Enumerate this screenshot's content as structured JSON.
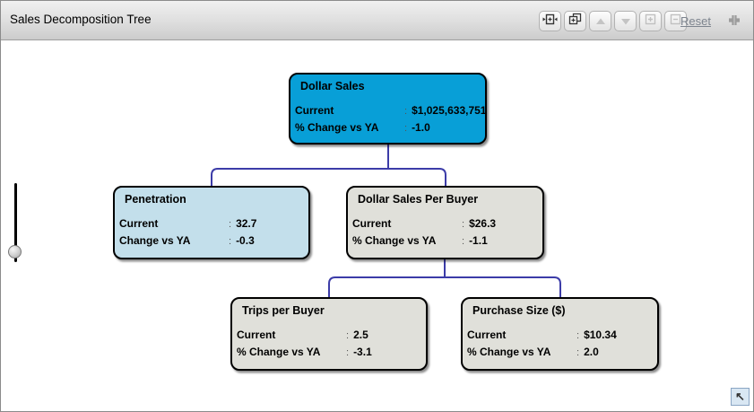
{
  "window": {
    "title": "Sales Decomposition Tree"
  },
  "toolbar": {
    "buttons": [
      {
        "icon": "fit-width-icon",
        "enabled": true
      },
      {
        "icon": "cascade-windows-icon",
        "enabled": true
      },
      {
        "icon": "arrow-up-icon",
        "enabled": false
      },
      {
        "icon": "arrow-down-icon",
        "enabled": false
      },
      {
        "icon": "zoom-in-icon",
        "enabled": false
      },
      {
        "icon": "zoom-out-icon",
        "enabled": false
      }
    ],
    "reset_label": "Reset",
    "corner_icon": "collapse-corners-icon"
  },
  "tree": {
    "separator": ":",
    "connector_color": "#3c3ca8",
    "nodes": [
      {
        "id": "dollar-sales",
        "title": "Dollar Sales",
        "color": "#089fd7",
        "rows": [
          {
            "label": "Current",
            "value": "$1,025,633,751"
          },
          {
            "label": "% Change vs YA",
            "value": "-1.0"
          }
        ]
      },
      {
        "id": "penetration",
        "title": "Penetration",
        "color": "#c3dfeb",
        "rows": [
          {
            "label": "Current",
            "value": "32.7"
          },
          {
            "label": "Change vs YA",
            "value": "-0.3"
          }
        ]
      },
      {
        "id": "dollar-sales-per-buyer",
        "title": "Dollar Sales Per Buyer",
        "color": "#e0e0da",
        "rows": [
          {
            "label": "Current",
            "value": "$26.3"
          },
          {
            "label": "% Change vs YA",
            "value": "-1.1"
          }
        ]
      },
      {
        "id": "trips-per-buyer",
        "title": "Trips per Buyer",
        "color": "#e0e0da",
        "rows": [
          {
            "label": "Current",
            "value": "2.5"
          },
          {
            "label": "% Change vs YA",
            "value": "-3.1"
          }
        ]
      },
      {
        "id": "purchase-size",
        "title": "Purchase Size ($)",
        "color": "#e0e0da",
        "rows": [
          {
            "label": "Current",
            "value": "$10.34"
          },
          {
            "label": "% Change vs YA",
            "value": "2.0"
          }
        ]
      }
    ]
  },
  "nav": {
    "glyph": "↖"
  }
}
